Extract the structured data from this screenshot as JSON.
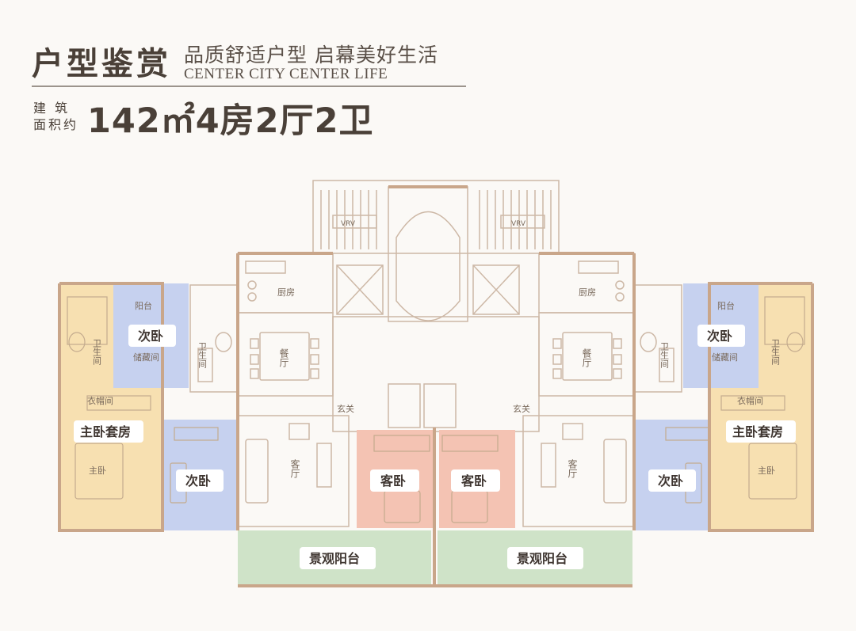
{
  "header": {
    "title": "户型鉴赏",
    "slogan_cn": "品质舒适户型 启幕美好生活",
    "slogan_en": "CENTER CITY CENTER LIFE",
    "area_label_1": "建 筑",
    "area_label_2": "面积约",
    "spec": "142㎡4房2厅2卫"
  },
  "colors": {
    "master_suite": "#f6d79a",
    "secondary_bedroom": "#c6d1ef",
    "guest_bedroom": "#f4c3b3",
    "landscape_balcony": "#cfe3c8",
    "wall": "#c9a68a",
    "line": "#cdb8a6",
    "background": "#fbf9f6"
  },
  "plan": {
    "rooms": {
      "kitchen": "厨房",
      "dining": "餐厅",
      "living": "客厅",
      "bathroom": "卫生间",
      "balcony": "阳台",
      "storage": "储藏间",
      "cloakroom": "衣帽间",
      "master_bed": "主卧",
      "foyer": "玄关",
      "vrv": "VRV"
    },
    "labels": {
      "secondary_bedroom": "次卧",
      "master_suite": "主卧套房",
      "guest_bedroom": "客卧",
      "landscape_balcony": "景观阳台"
    }
  }
}
